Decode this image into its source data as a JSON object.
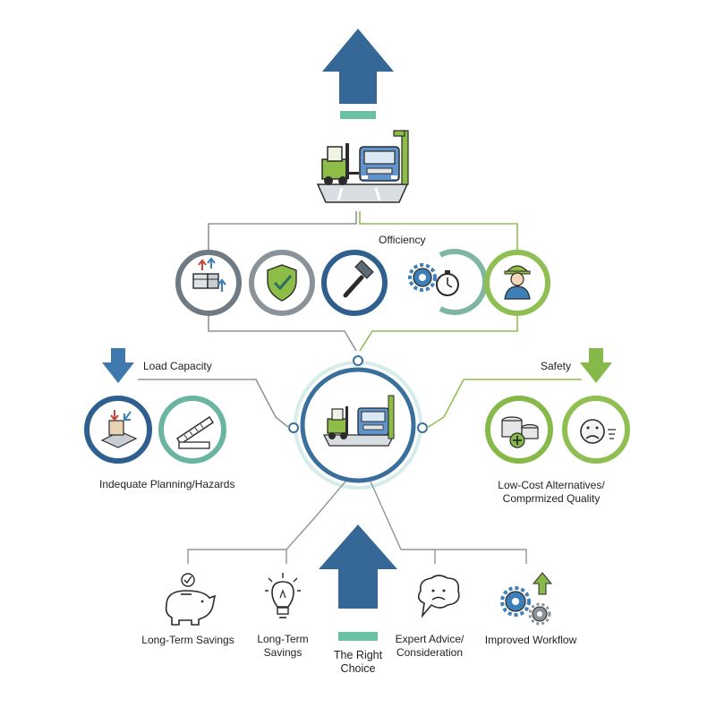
{
  "labels": {
    "efficiency": "Officiency",
    "load_capacity": "Load Capacity",
    "safety": "Safety",
    "inadequate_planning": "Indequate Planning/Hazards",
    "low_cost_line1": "Low-Cost Alternatives/",
    "low_cost_line2": "Comprmized Quality",
    "long_term_savings_1": "Long-Term Savings",
    "long_term_savings_2_line1": "Long-Term",
    "long_term_savings_2_line2": "Savings",
    "right_choice_line1": "The Right",
    "right_choice_line2": "Choice",
    "expert_advice_line1": "Expert Advice/",
    "expert_advice_line2": "Consideration",
    "improved_workflow": "Improved Workflow"
  },
  "icons": {
    "top_arrow": "up-arrow-icon",
    "top_scene": "forklift-truck-scene-icon",
    "row1": [
      "boxes-up-arrow-icon",
      "shield-check-icon",
      "hammer-icon",
      "gears-stopwatch-icon",
      "worker-helmet-icon"
    ],
    "left": [
      "box-down-arrow-icon",
      "ruler-icon"
    ],
    "right": [
      "coins-plus-icon",
      "sad-face-icon"
    ],
    "center": "forklift-truck-hub-icon",
    "bottom": [
      "piggy-bank-icon",
      "lightbulb-icon",
      "big-up-arrow-icon",
      "speech-bubble-sad-icon",
      "gears-up-arrow-icon"
    ]
  },
  "colors": {
    "navy": "#2f5f8f",
    "gray": "#7c868c",
    "teal": "#6ab5a0",
    "green": "#86b84a",
    "icon_blue": "#3f7fb8"
  }
}
